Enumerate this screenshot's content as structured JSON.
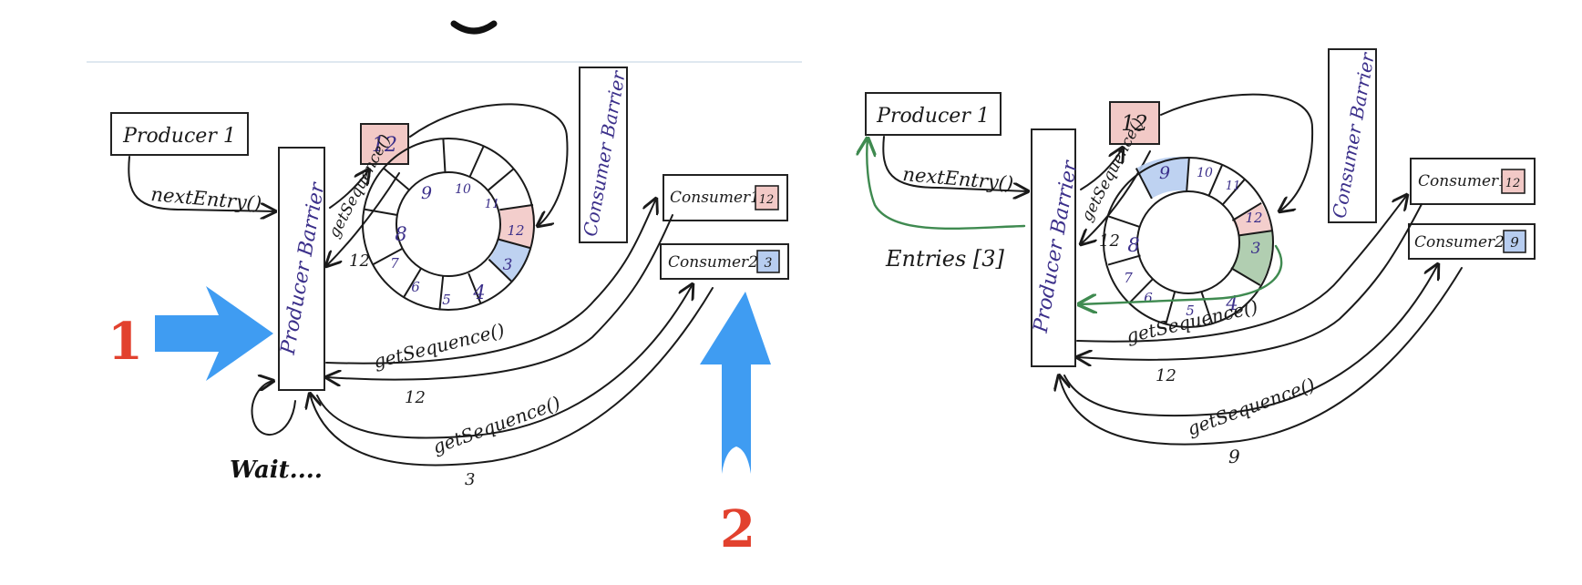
{
  "colors": {
    "ink": "#1a1a1a",
    "purple_text": "#3b2f8a",
    "pink_fill": "#f2c9c6",
    "pink_dot": "#e7b3b6",
    "blue_fill": "#b7cdf0",
    "green_fill": "#a9c9a8",
    "green_line": "#3f8a50",
    "blue_arrow": "#3f9cf2",
    "red_number": "#e2412e",
    "divider": "#dfe8f0"
  },
  "left": {
    "producer": "Producer 1",
    "next_entry": "nextEntry()",
    "producer_barrier": "Producer Barrier",
    "consumer_barrier": "Consumer Barrier",
    "sequence_box": "12",
    "get_sequence_ring": "getSequence()",
    "ring_return": "12",
    "ring_labels": [
      "9",
      "10",
      "11",
      "12",
      "3",
      "4",
      "5",
      "6",
      "7",
      "8"
    ],
    "consumer1": "Consumer1",
    "consumer1_value": "12",
    "consumer2": "Consumer2",
    "consumer2_value": "3",
    "get_sequence_c1": "getSequence()",
    "c1_return": "12",
    "get_sequence_c2": "getSequence()",
    "c2_return": "3",
    "wait": "Wait....",
    "step1": "1",
    "step2": "2"
  },
  "right": {
    "producer": "Producer 1",
    "next_entry": "nextEntry()",
    "entries": "Entries [3]",
    "producer_barrier": "Producer Barrier",
    "consumer_barrier": "Consumer Barrier",
    "sequence_box": "12",
    "get_sequence_ring": "getSequence()",
    "ring_return": "12",
    "ring_labels": [
      "9",
      "10",
      "11",
      "12",
      "3",
      "4",
      "5",
      "6",
      "7",
      "8"
    ],
    "consumer1": "Consumer1",
    "consumer1_value": "12",
    "consumer2": "Consumer2",
    "consumer2_value": "9",
    "get_sequence_c1": "getSequence()",
    "c1_return": "12",
    "get_sequence_c2": "getSequence()",
    "c2_return": "9"
  }
}
